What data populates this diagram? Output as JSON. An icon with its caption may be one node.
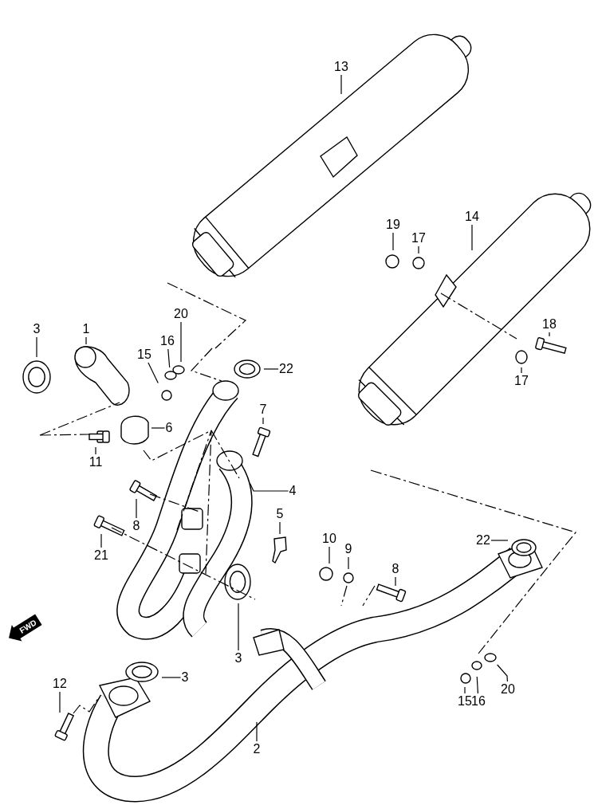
{
  "diagram": {
    "nodes": [
      {
        "text": [
          "13"
        ]
      },
      {
        "text": [
          "14"
        ]
      },
      {
        "text": [
          "19"
        ]
      },
      {
        "text": [
          "17"
        ]
      },
      {
        "text": [
          "20"
        ]
      },
      {
        "text": [
          "3"
        ]
      },
      {
        "text": [
          "1"
        ]
      },
      {
        "text": [
          "18"
        ]
      },
      {
        "text": [
          "16"
        ]
      },
      {
        "text": [
          "15"
        ]
      },
      {
        "text": [
          "22"
        ]
      },
      {
        "text": [
          "17"
        ]
      },
      {
        "text": [
          "7"
        ]
      },
      {
        "text": [
          "6"
        ]
      },
      {
        "text": [
          "11"
        ]
      },
      {
        "text": [
          "4"
        ]
      },
      {
        "text": [
          "8"
        ]
      },
      {
        "text": [
          "5"
        ]
      },
      {
        "text": [
          "10"
        ]
      },
      {
        "text": [
          "21"
        ]
      },
      {
        "text": [
          "9"
        ]
      },
      {
        "text": [
          "22"
        ]
      },
      {
        "text": [
          "8"
        ]
      },
      {
        "text": [
          "3"
        ]
      },
      {
        "text": [
          "3"
        ]
      },
      {
        "text": [
          "12"
        ]
      },
      {
        "text": [
          "20"
        ]
      },
      {
        "text": [
          "16"
        ]
      },
      {
        "text": [
          "15"
        ]
      },
      {
        "text": [
          "2"
        ]
      }
    ],
    "edges": [
      {
        "from": 0,
        "to": null,
        "arrow": "none"
      },
      {
        "from": 1,
        "to": null,
        "arrow": "none"
      },
      {
        "from": 2,
        "to": null,
        "arrow": "none"
      },
      {
        "from": 3,
        "to": null,
        "arrow": "none"
      },
      {
        "from": 4,
        "to": null,
        "arrow": "none"
      },
      {
        "from": 5,
        "to": null,
        "arrow": "none"
      },
      {
        "from": 6,
        "to": null,
        "arrow": "none"
      },
      {
        "from": 7,
        "to": null,
        "arrow": "none"
      },
      {
        "from": 8,
        "to": null,
        "arrow": "none"
      },
      {
        "from": 9,
        "to": null,
        "arrow": "none"
      },
      {
        "from": 10,
        "to": null,
        "arrow": "none"
      },
      {
        "from": 11,
        "to": null,
        "arrow": "none"
      },
      {
        "from": 12,
        "to": null,
        "arrow": "none"
      },
      {
        "from": 13,
        "to": null,
        "arrow": "none"
      },
      {
        "from": 14,
        "to": null,
        "arrow": "none"
      },
      {
        "from": 15,
        "to": null,
        "arrow": "none"
      },
      {
        "from": 16,
        "to": null,
        "arrow": "none"
      },
      {
        "from": 17,
        "to": null,
        "arrow": "none"
      },
      {
        "from": 18,
        "to": null,
        "arrow": "none"
      },
      {
        "from": 19,
        "to": null,
        "arrow": "none"
      },
      {
        "from": 20,
        "to": null,
        "arrow": "none"
      },
      {
        "from": 21,
        "to": null,
        "arrow": "none"
      },
      {
        "from": 22,
        "to": null,
        "arrow": "none"
      },
      {
        "from": 23,
        "to": null,
        "arrow": "none"
      },
      {
        "from": 24,
        "to": null,
        "arrow": "none"
      },
      {
        "from": 25,
        "to": null,
        "arrow": "none"
      },
      {
        "from": 26,
        "to": null,
        "arrow": "none"
      },
      {
        "from": 27,
        "to": null,
        "arrow": "none"
      },
      {
        "from": 28,
        "to": null,
        "arrow": "none"
      },
      {
        "from": 29,
        "to": null,
        "arrow": "none"
      }
    ],
    "labels": [
      "FWD"
    ]
  }
}
